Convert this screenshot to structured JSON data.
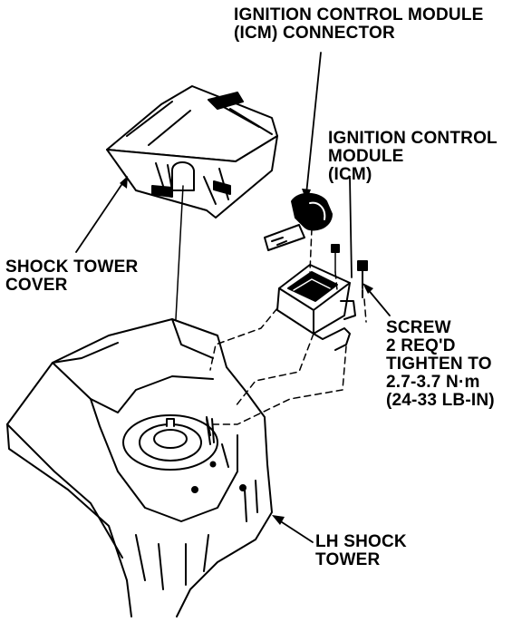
{
  "labels": {
    "icm_connector": {
      "line1": "IGNITION CONTROL MODULE",
      "line2": "(ICM) CONNECTOR"
    },
    "icm": {
      "line1": "IGNITION CONTROL",
      "line2": "MODULE",
      "line3": "(ICM)"
    },
    "shock_tower_cover": {
      "line1": "SHOCK TOWER",
      "line2": "COVER"
    },
    "screw": {
      "line1": "SCREW",
      "line2": "2 REQ'D",
      "line3": "TIGHTEN TO",
      "line4": "2.7-3.7 N·m",
      "line5": "(24-33 LB-IN)"
    },
    "lh_shock_tower": {
      "line1": "LH SHOCK",
      "line2": "TOWER"
    }
  },
  "colors": {
    "ink": "#000000",
    "paper": "#ffffff"
  }
}
